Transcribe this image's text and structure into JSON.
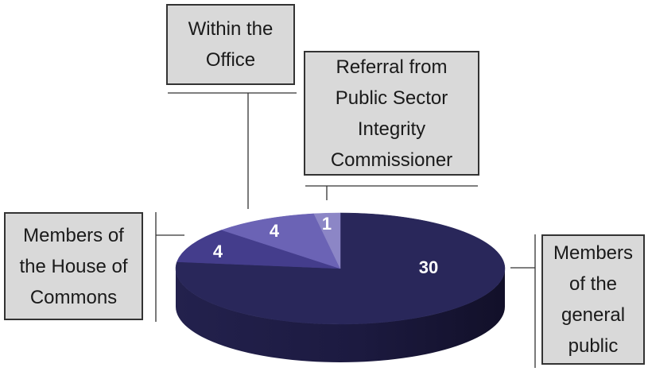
{
  "chart_data": {
    "type": "pie",
    "style": "3d",
    "slices": [
      {
        "label": "Members of the general public",
        "value": 30,
        "value_label": "30",
        "color": "#29275a"
      },
      {
        "label": "Members of the House of Commons",
        "value": 4,
        "value_label": "4",
        "color": "#443d8c"
      },
      {
        "label": "Within the Office",
        "value": 4,
        "value_label": "4",
        "color": "#6b63b5"
      },
      {
        "label": "Referral from Public Sector Integrity Commissioner",
        "value": 1,
        "value_label": "1",
        "color": "#8c86c6"
      }
    ],
    "callouts": {
      "public": [
        "Members",
        "of the",
        "general",
        "public"
      ],
      "house": [
        "Members of",
        "the House of",
        "Commons"
      ],
      "office": [
        "Within the",
        "Office"
      ],
      "referral": [
        "Referral from",
        "Public Sector",
        "Integrity",
        "Commissioner"
      ]
    }
  }
}
